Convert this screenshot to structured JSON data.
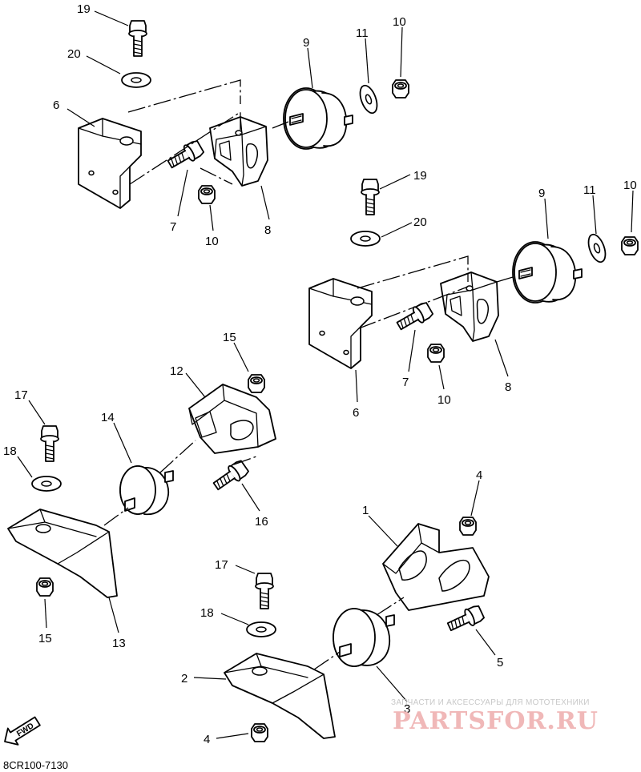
{
  "diagram": {
    "code": "8CR100-7130",
    "fwd_label": "FWD",
    "watermark": {
      "top": "ЗАПЧАСТИ И АКСЕССУАРЫ ДЛЯ МОТОТЕХНИКИ",
      "logo": "PARTSFOR.RU"
    },
    "labels": {
      "a19": "19",
      "a20": "20",
      "a6": "6",
      "a7": "7",
      "a10b": "10",
      "a8": "8",
      "a9": "9",
      "a11": "11",
      "a10t": "10",
      "b19": "19",
      "b20": "20",
      "b9": "9",
      "b11": "11",
      "b10t": "10",
      "b7": "7",
      "b10b": "10",
      "b8": "8",
      "b6": "6",
      "c15t": "15",
      "c12": "12",
      "c17": "17",
      "c14": "14",
      "c18": "18",
      "c16": "16",
      "c15b": "15",
      "c13": "13",
      "d4t": "4",
      "d1": "1",
      "d17": "17",
      "d18": "18",
      "d5": "5",
      "d2": "2",
      "d3": "3",
      "d4b": "4"
    }
  }
}
